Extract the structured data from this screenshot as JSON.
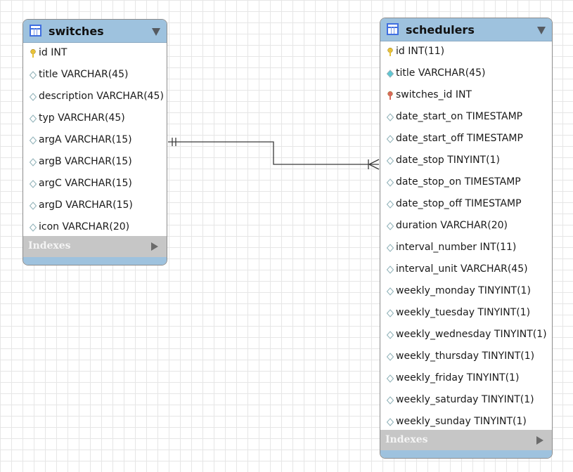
{
  "tables": [
    {
      "id": "switches",
      "name": "switches",
      "columns": [
        {
          "label": "id INT",
          "kind": "primary-key"
        },
        {
          "label": "title VARCHAR(45)",
          "kind": "column"
        },
        {
          "label": "description VARCHAR(45)",
          "kind": "column"
        },
        {
          "label": "typ VARCHAR(45)",
          "kind": "column"
        },
        {
          "label": "argA VARCHAR(15)",
          "kind": "column"
        },
        {
          "label": "argB VARCHAR(15)",
          "kind": "column"
        },
        {
          "label": "argC VARCHAR(15)",
          "kind": "column"
        },
        {
          "label": "argD VARCHAR(15)",
          "kind": "column"
        },
        {
          "label": "icon VARCHAR(20)",
          "kind": "column"
        }
      ],
      "indexes_label": "Indexes"
    },
    {
      "id": "schedulers",
      "name": "schedulers",
      "columns": [
        {
          "label": "id INT(11)",
          "kind": "primary-key"
        },
        {
          "label": "title VARCHAR(45)",
          "kind": "not-null"
        },
        {
          "label": "switches_id INT",
          "kind": "foreign-key"
        },
        {
          "label": "date_start_on TIMESTAMP",
          "kind": "column"
        },
        {
          "label": "date_start_off TIMESTAMP",
          "kind": "column"
        },
        {
          "label": "date_stop TINYINT(1)",
          "kind": "column"
        },
        {
          "label": "date_stop_on TIMESTAMP",
          "kind": "column"
        },
        {
          "label": "date_stop_off TIMESTAMP",
          "kind": "column"
        },
        {
          "label": "duration VARCHAR(20)",
          "kind": "column"
        },
        {
          "label": "interval_number INT(11)",
          "kind": "column"
        },
        {
          "label": "interval_unit VARCHAR(45)",
          "kind": "column"
        },
        {
          "label": "weekly_monday TINYINT(1)",
          "kind": "column"
        },
        {
          "label": "weekly_tuesday TINYINT(1)",
          "kind": "column"
        },
        {
          "label": "weekly_wednesday TINYINT(1)",
          "kind": "column"
        },
        {
          "label": "weekly_thursday TINYINT(1)",
          "kind": "column"
        },
        {
          "label": "weekly_friday TINYINT(1)",
          "kind": "column"
        },
        {
          "label": "weekly_saturday TINYINT(1)",
          "kind": "column"
        },
        {
          "label": "weekly_sunday TINYINT(1)",
          "kind": "column"
        }
      ],
      "indexes_label": "Indexes"
    }
  ],
  "relationship": {
    "from": "switches",
    "to": "schedulers",
    "from_cardinality": "one-and-only-one",
    "to_cardinality": "one-or-many"
  },
  "colors": {
    "header": "#9ec2de",
    "primary_key": "#e8c238",
    "foreign_key": "#d9695b",
    "not_null": "#5cc8d4",
    "column": "#ffffff",
    "indexes_bar": "#c6c6c6"
  }
}
